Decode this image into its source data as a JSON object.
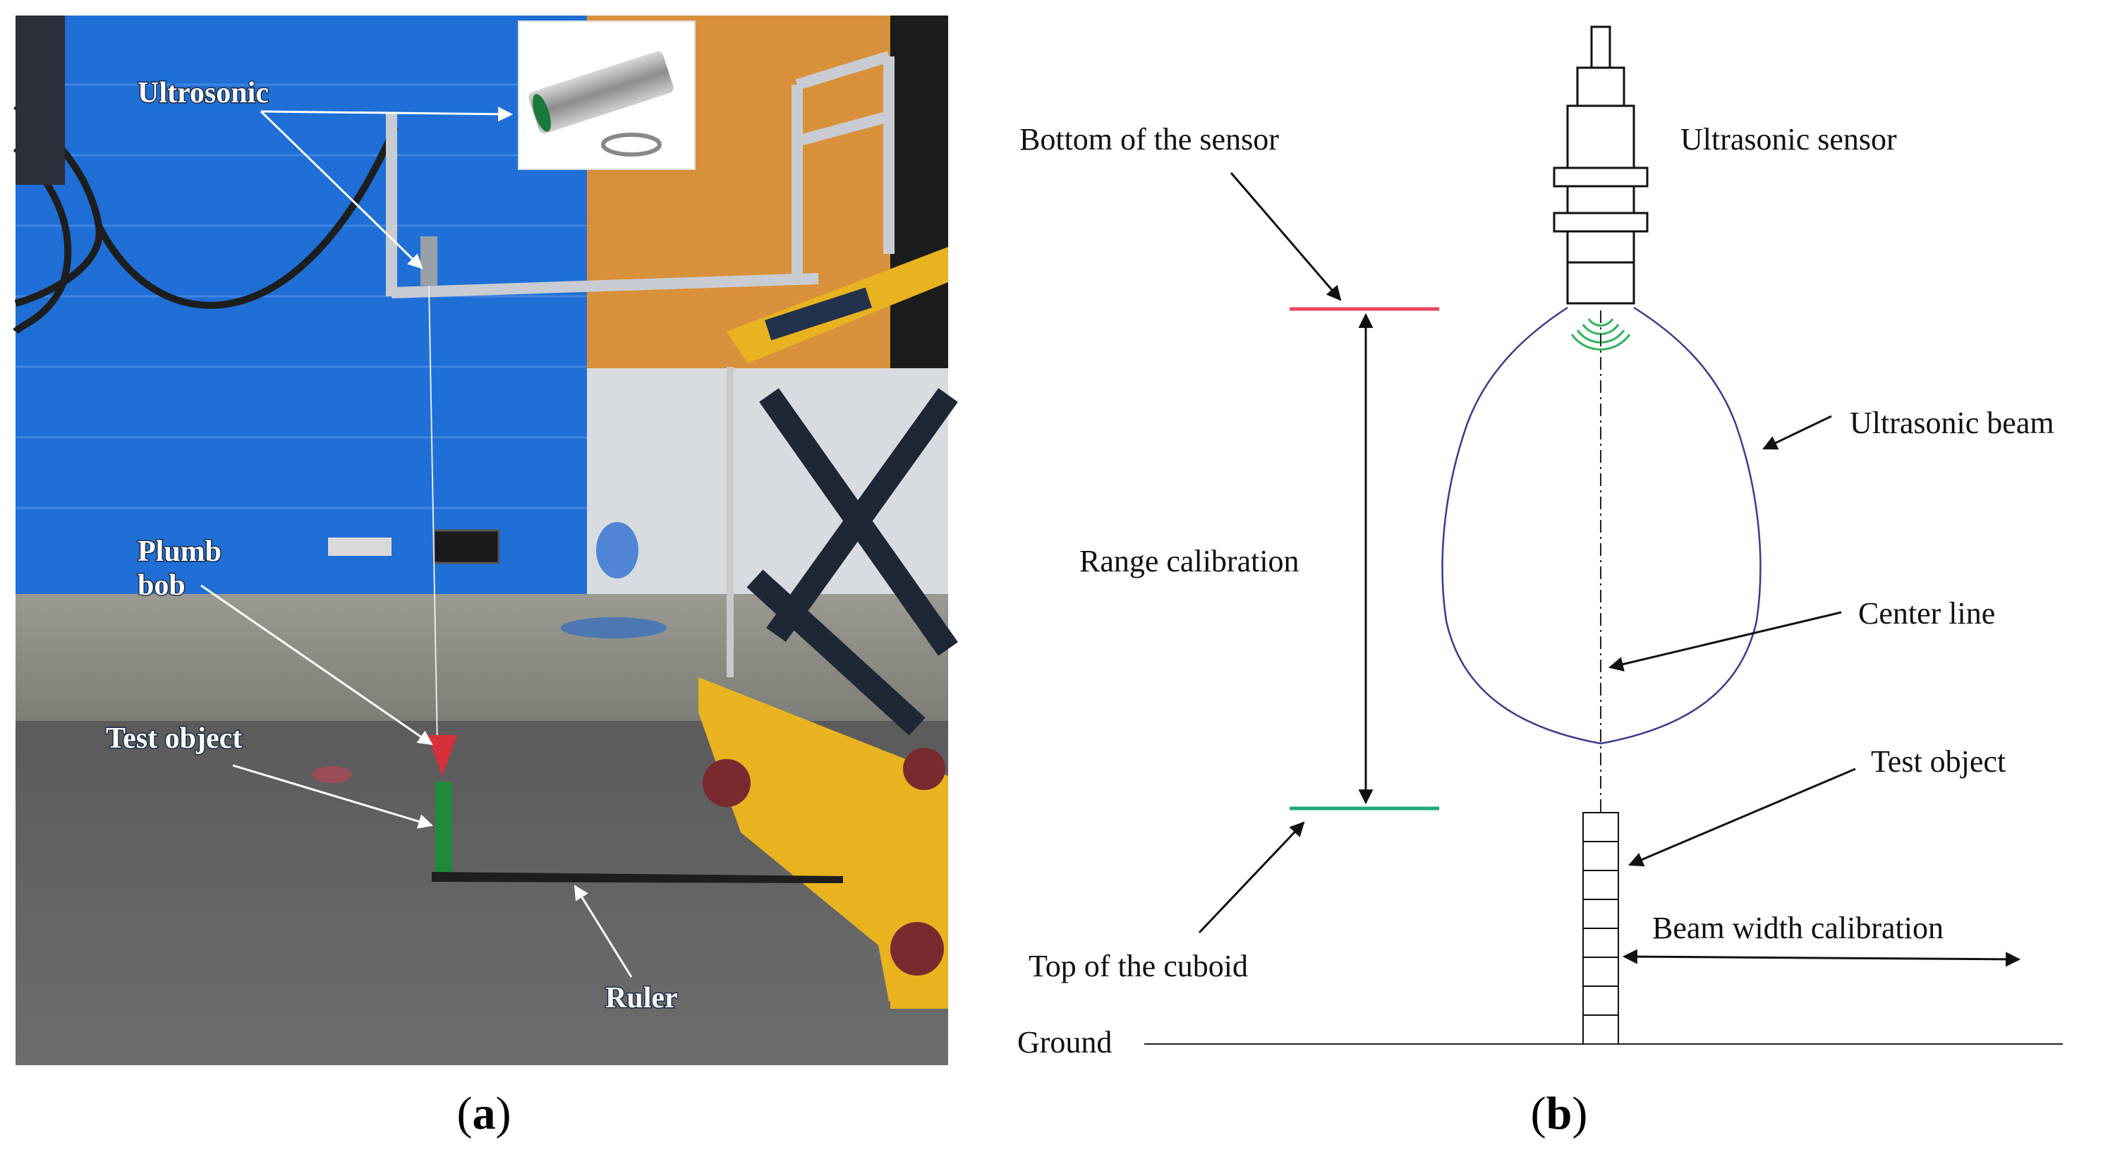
{
  "panel_a": {
    "label_open": "(",
    "label_letter": "a",
    "label_close": ")",
    "annotations": {
      "ultrasonic": "Ultrosonic",
      "plumb_line1": "Plumb",
      "plumb_line2": "bob",
      "test_object": "Test object",
      "ruler": "Ruler"
    }
  },
  "panel_b": {
    "label_open": "(",
    "label_letter": "b",
    "label_close": ")",
    "labels": {
      "bottom_of_sensor": "Bottom of the sensor",
      "ultrasonic_sensor": "Ultrasonic sensor",
      "ultrasonic_beam": "Ultrasonic beam",
      "range_calibration": "Range calibration",
      "center_line": "Center line",
      "test_object": "Test object",
      "beam_width_calibration": "Beam width calibration",
      "top_of_cuboid": "Top of the cuboid",
      "ground": "Ground"
    }
  },
  "colors": {
    "wall_blue": "#1f6fd6",
    "wall_orange": "#d9903a",
    "lift_yellow": "#e9b320",
    "sensor_red_line": "#e8475f",
    "cuboid_green_line": "#1fa77a",
    "beam_outline": "#3b3b8f",
    "test_object_green": "#1f8a3a",
    "plumb_red": "#d8303a"
  }
}
